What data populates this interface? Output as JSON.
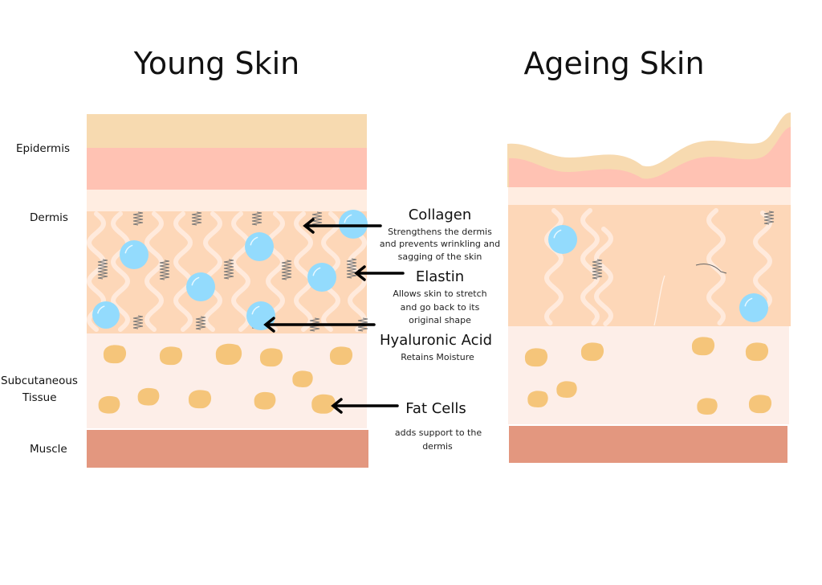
{
  "titles": {
    "young": "Young Skin",
    "ageing": "Ageing Skin"
  },
  "layer_labels": {
    "epidermis": "Epidermis",
    "dermis": "Dermis",
    "subcutaneous_1": "Subcutaneous",
    "subcutaneous_2": "Tissue",
    "muscle": "Muscle"
  },
  "annotations": [
    {
      "title": "Collagen",
      "desc": [
        "Strengthens the dermis",
        "and prevents wrinkling and",
        "sagging of the skin"
      ]
    },
    {
      "title": "Elastin",
      "desc": [
        "Allows skin to stretch",
        "and go back to its",
        "original shape"
      ]
    },
    {
      "title": "Hyaluronic Acid",
      "desc": [
        "Retains Moisture"
      ]
    },
    {
      "title": "Fat Cells",
      "desc": [
        "adds support to the",
        "dermis"
      ]
    }
  ],
  "colors": {
    "epidermis_top": "#f7dab0",
    "epidermis_lower": "#ffc2b3",
    "dermis_band": "#ffede1",
    "dermis": "#fdd7b8",
    "subcutaneous": "#fdeee8",
    "muscle": "#e3977f",
    "fat_cell": "#f5c57a",
    "hyaluronic_acid": "#93dbfd",
    "collagen": "#ffeadc",
    "elastin": "#777777"
  }
}
